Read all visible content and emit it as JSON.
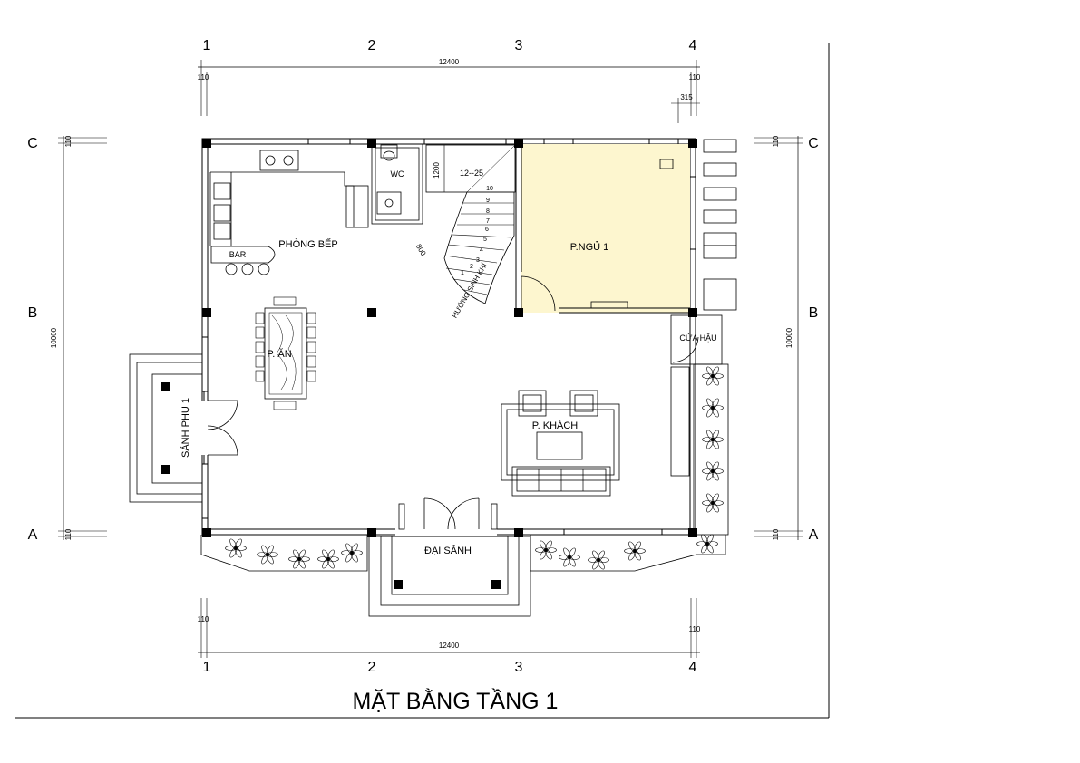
{
  "title": "MẶT BẰNG TẦNG 1",
  "grid_columns": [
    "1",
    "2",
    "3",
    "4"
  ],
  "grid_rows": [
    "A",
    "B",
    "C"
  ],
  "dimensions": {
    "overall_width": "12400",
    "overall_depth": "10000",
    "offset": "110",
    "small": "315",
    "stair_depth": "1200",
    "stair_landing": "800",
    "stair_label": "12--25"
  },
  "stair_steps": [
    "1",
    "2",
    "3",
    "4",
    "5",
    "6",
    "7",
    "8",
    "9",
    "10"
  ],
  "stair_direction": "HƯỚNG SINH KHÍ",
  "rooms": {
    "wc": "WC",
    "kitchen": "PHÒNG BẾP",
    "bar": "BAR",
    "dining": "P. ĂN",
    "bedroom": "P.NGỦ 1",
    "back_door": "CỬA HẬU",
    "living": "P. KHÁCH",
    "side_lobby": "SẢNH PHỤ 1",
    "main_lobby": "ĐẠI SẢNH"
  },
  "colors": {
    "bedroom_fill": "#fdf6cf",
    "line": "#000000"
  }
}
